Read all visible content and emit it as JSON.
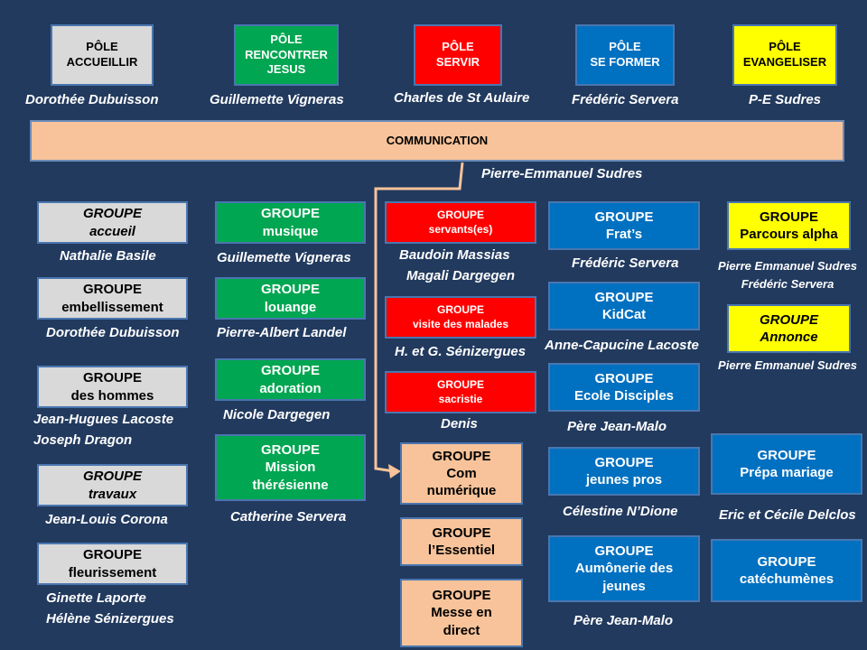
{
  "poles": [
    {
      "lines": [
        "PÔLE",
        "ACCUEILLIR"
      ],
      "leader": "Dorothée Dubuisson"
    },
    {
      "lines": [
        "PÔLE",
        "RENCONTRER",
        "JESUS"
      ],
      "leader": "Guillemette Vigneras"
    },
    {
      "lines": [
        "PÔLE",
        "SERVIR"
      ],
      "leader": "Charles de St Aulaire"
    },
    {
      "lines": [
        "PÔLE",
        "SE FORMER"
      ],
      "leader": "Frédéric Servera"
    },
    {
      "lines": [
        "PÔLE",
        "EVANGELISER"
      ],
      "leader": "P-E Sudres"
    }
  ],
  "communication": {
    "label": "COMMUNICATION",
    "leader": "Pierre-Emmanuel Sudres"
  },
  "groups": {
    "accueillir": [
      {
        "lines": [
          "GROUPE",
          "accueil"
        ],
        "leaders": [
          "Nathalie Basile"
        ]
      },
      {
        "lines": [
          "GROUPE",
          "embellissement"
        ],
        "leaders": [
          "Dorothée Dubuisson"
        ]
      },
      {
        "lines": [
          "GROUPE",
          "des hommes"
        ],
        "leaders": [
          "Jean-Hugues Lacoste",
          "Joseph Dragon"
        ]
      },
      {
        "lines": [
          "GROUPE",
          "travaux"
        ],
        "leaders": [
          "Jean-Louis Corona"
        ]
      },
      {
        "lines": [
          "GROUPE",
          "fleurissement"
        ],
        "leaders": [
          "Ginette Laporte",
          "Hélène Sénizergues"
        ]
      }
    ],
    "rencontrer": [
      {
        "lines": [
          "GROUPE",
          "musique"
        ],
        "leaders": [
          "Guillemette Vigneras"
        ]
      },
      {
        "lines": [
          "GROUPE",
          "louange"
        ],
        "leaders": [
          "Pierre-Albert Landel"
        ]
      },
      {
        "lines": [
          "GROUPE",
          "adoration"
        ],
        "leaders": [
          "Nicole Dargegen"
        ]
      },
      {
        "lines": [
          "GROUPE",
          "Mission",
          "thérésienne"
        ],
        "leaders": [
          "Catherine Servera"
        ]
      }
    ],
    "servir": [
      {
        "lines": [
          "GROUPE",
          "servants(es)"
        ],
        "leaders": [
          "Baudoin  Massias",
          "Magali Dargegen"
        ]
      },
      {
        "lines": [
          "GROUPE",
          "visite des malades"
        ],
        "leaders": [
          "H. et G. Sénizergues"
        ]
      },
      {
        "lines": [
          "GROUPE",
          "sacristie"
        ],
        "leaders": [
          "Denis"
        ]
      }
    ],
    "communication": [
      {
        "lines": [
          "GROUPE",
          "Com",
          "numérique"
        ]
      },
      {
        "lines": [
          "GROUPE",
          "l’Essentiel"
        ]
      },
      {
        "lines": [
          "GROUPE",
          "Messe en",
          "direct"
        ]
      }
    ],
    "former": [
      {
        "lines": [
          "GROUPE",
          "Frat’s"
        ],
        "leaders": [
          "Frédéric Servera"
        ]
      },
      {
        "lines": [
          "GROUPE",
          "KidCat"
        ],
        "leaders": [
          "Anne-Capucine Lacoste"
        ]
      },
      {
        "lines": [
          "GROUPE",
          "Ecole Disciples"
        ],
        "leaders": [
          "Père Jean-Malo"
        ]
      },
      {
        "lines": [
          "GROUPE",
          "jeunes pros"
        ],
        "leaders": [
          "Célestine N’Dione"
        ]
      },
      {
        "lines": [
          "GROUPE",
          "Aumônerie des",
          "jeunes"
        ],
        "leaders": [
          "Père  Jean-Malo"
        ]
      }
    ],
    "evangeliser": [
      {
        "lines": [
          "GROUPE",
          "Parcours alpha"
        ],
        "leaders": [
          "Pierre Emmanuel Sudres",
          "Frédéric Servera"
        ]
      },
      {
        "lines": [
          "GROUPE",
          "Annonce"
        ],
        "leaders": [
          "Pierre Emmanuel Sudres"
        ]
      },
      {
        "lines": [
          "GROUPE",
          "Prépa mariage"
        ],
        "leaders": [
          "Eric et Cécile Delclos"
        ]
      },
      {
        "lines": [
          "GROUPE",
          "catéchumènes"
        ]
      }
    ]
  },
  "colors": {
    "background": "#223A5E",
    "accueillir": "#D9D9D9",
    "rencontrer": "#00A651",
    "servir": "#FF0000",
    "former": "#0070C0",
    "evangeliser": "#FFFF00",
    "communication": "#F8C39A"
  }
}
